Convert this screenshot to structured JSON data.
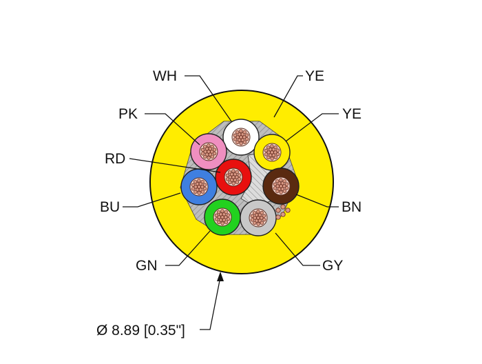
{
  "labels": {
    "wh": "WH",
    "ye_top": "YE",
    "pk": "PK",
    "ye_right": "YE",
    "rd": "RD",
    "bu": "BU",
    "bn": "BN",
    "gn": "GN",
    "gy": "GY"
  },
  "dimension": "Ø 8.89 [0.35\"]",
  "colors": {
    "jacket": "#ffed00",
    "white": "#ffffff",
    "pink": "#ef8fc0",
    "yellow": "#ffed00",
    "red": "#e8100f",
    "blue": "#3f7fe0",
    "brown": "#5a2a10",
    "green": "#22d11f",
    "grey": "#c8c8c8",
    "copper": "#d99a86"
  }
}
